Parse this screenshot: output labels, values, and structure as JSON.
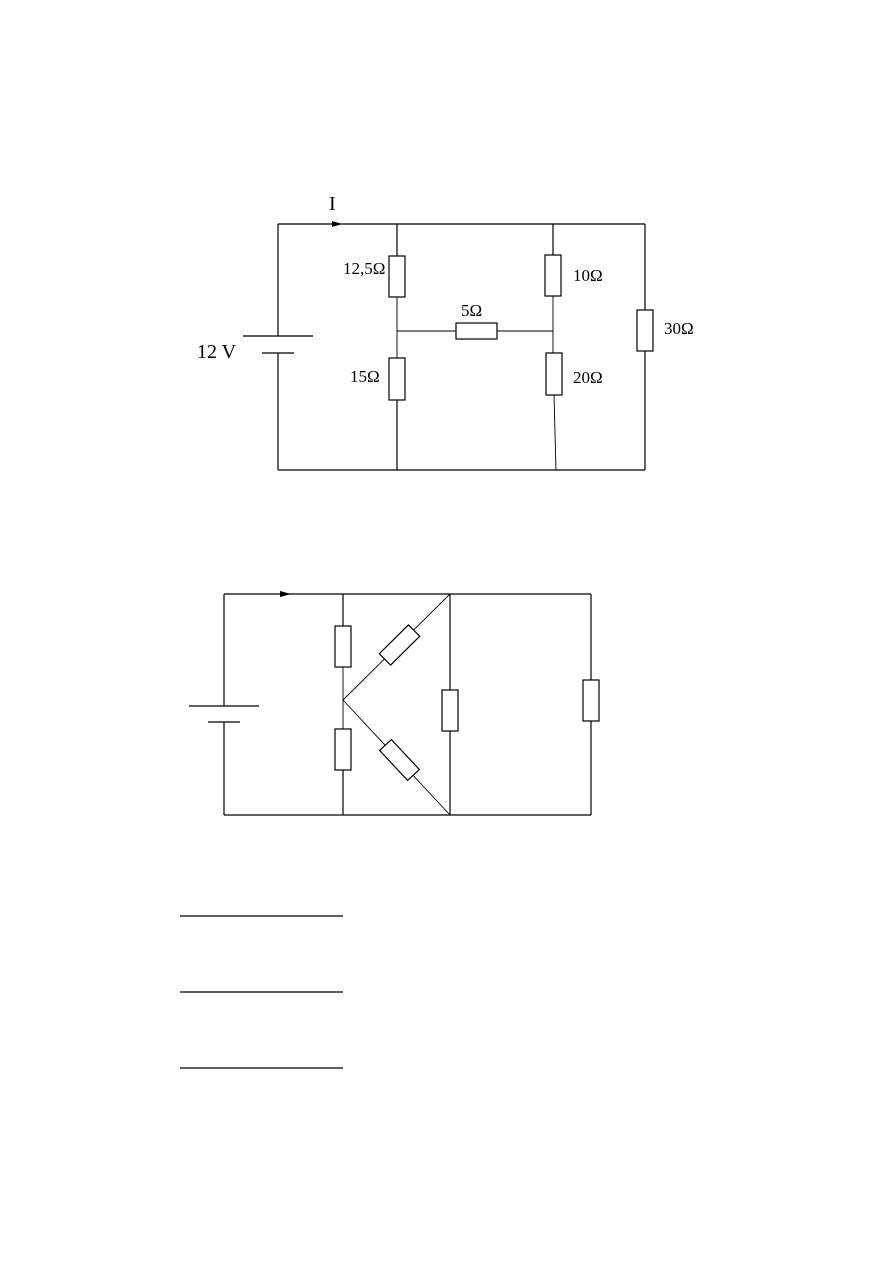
{
  "circuit1": {
    "current_label": "I",
    "source_label": "12 V",
    "r_upper_left": "12,5Ω",
    "r_lower_left": "15Ω",
    "r_bridge": "5Ω",
    "r_upper_right": "10Ω",
    "r_lower_right": "20Ω",
    "r_far_right": "30Ω"
  }
}
